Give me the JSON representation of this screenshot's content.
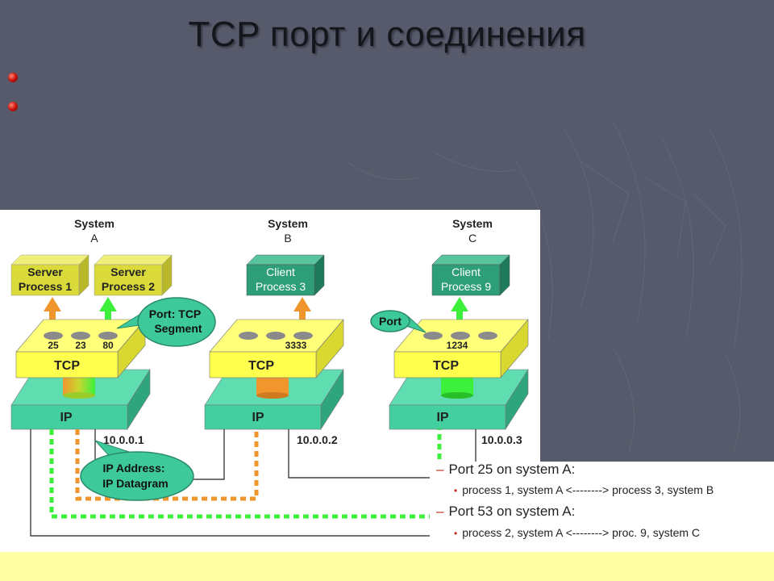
{
  "slide": {
    "title": "TCP порт и соединения",
    "bullet_color": "#c0281c",
    "background": "#565a6a"
  },
  "diagram": {
    "systems": [
      {
        "label": "System",
        "name": "A",
        "address": "10.0.0.1",
        "ports": [
          "25",
          "23",
          "80"
        ]
      },
      {
        "label": "System",
        "name": "B",
        "address": "10.0.0.2",
        "ports": [
          "3333"
        ]
      },
      {
        "label": "System",
        "name": "C",
        "address": "10.0.0.3",
        "ports": [
          "1234"
        ]
      }
    ],
    "processes": [
      {
        "line1": "Server",
        "line2": "Process 1",
        "color": "#dada3a"
      },
      {
        "line1": "Server",
        "line2": "Process 2",
        "color": "#dada3a"
      },
      {
        "line1": "Client",
        "line2": "Process 3",
        "color": "#2e9e78"
      },
      {
        "line1": "Client",
        "line2": "Process 9",
        "color": "#2e9e78"
      }
    ],
    "layer_tcp": "TCP",
    "layer_ip": "IP",
    "callouts": {
      "port_segment_1": "Port: TCP",
      "port_segment_2": "Segment",
      "port": "Port",
      "ip_1": "IP Address:",
      "ip_2": "IP Datagram"
    },
    "colors": {
      "tcp_box": "#ffff4d",
      "ip_box": "#44cfa0",
      "arrow_orange": "#f0962c",
      "arrow_green": "#3cf03c",
      "callout": "#3ec99a"
    }
  },
  "notes": {
    "item1": "Port 25 on system A:",
    "item1_sub": "process 1, system A <--------> process 3, system B",
    "item2": "Port 53 on system A:",
    "item2_sub": "process 2, system A <--------> proc. 9, system C",
    "dash": "–",
    "dot": "•"
  }
}
